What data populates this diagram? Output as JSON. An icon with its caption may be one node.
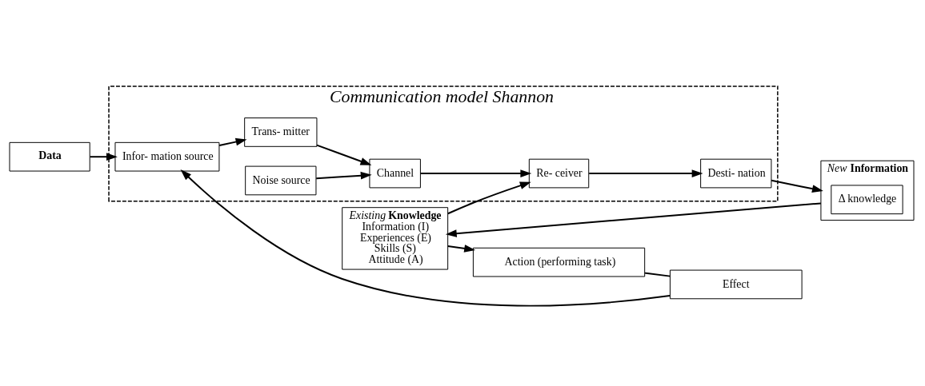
{
  "diagram": {
    "nodes": [
      {
        "text": [
          "Communication model Shannon"
        ]
      },
      {
        "text": [
          "Data"
        ]
      },
      {
        "text": [
          "Infor- mation source"
        ],
        "in": 0
      },
      {
        "text": [
          "Trans- mitter"
        ],
        "in": 0
      },
      {
        "text": [
          "Channel"
        ],
        "in": 0
      },
      {
        "text": [
          "Noise source"
        ],
        "in": 0
      },
      {
        "text": [
          "Re- ceiver"
        ],
        "in": 0
      },
      {
        "text": [
          "Desti- nation"
        ],
        "in": 0
      },
      {
        "text": [
          "*New* **Information**"
        ]
      },
      {
        "text": [
          "Δ knowledge"
        ],
        "in": 8
      },
      {
        "text": [
          "Effect"
        ]
      },
      {
        "text": [
          "Action (performing task)"
        ]
      },
      {
        "text": [
          "*Existing* **Knowledge**",
          "Information (I)",
          "Experiences (E)",
          "Skills (S)",
          "Attitude (A)"
        ]
      }
    ],
    "edges": [
      {
        "from": 1,
        "to": 2,
        "arrow": "to"
      },
      {
        "from": 2,
        "to": 3,
        "arrow": "to"
      },
      {
        "from": 3,
        "to": 4,
        "arrow": "to"
      },
      {
        "from": 5,
        "to": 4,
        "arrow": "to"
      },
      {
        "from": 4,
        "to": 6,
        "arrow": "to"
      },
      {
        "from": 6,
        "to": 7,
        "arrow": "to"
      },
      {
        "from": 7,
        "to": 8,
        "arrow": "to"
      },
      {
        "from": 8,
        "to": 12,
        "arrow": "to"
      },
      {
        "from": 12,
        "to": 11,
        "arrow": "to"
      },
      {
        "from": 12,
        "to": 6,
        "arrow": "to"
      },
      {
        "from": 11,
        "to": 10,
        "arrow": "none"
      },
      {
        "from": 10,
        "to": 2,
        "arrow": "to"
      }
    ]
  }
}
